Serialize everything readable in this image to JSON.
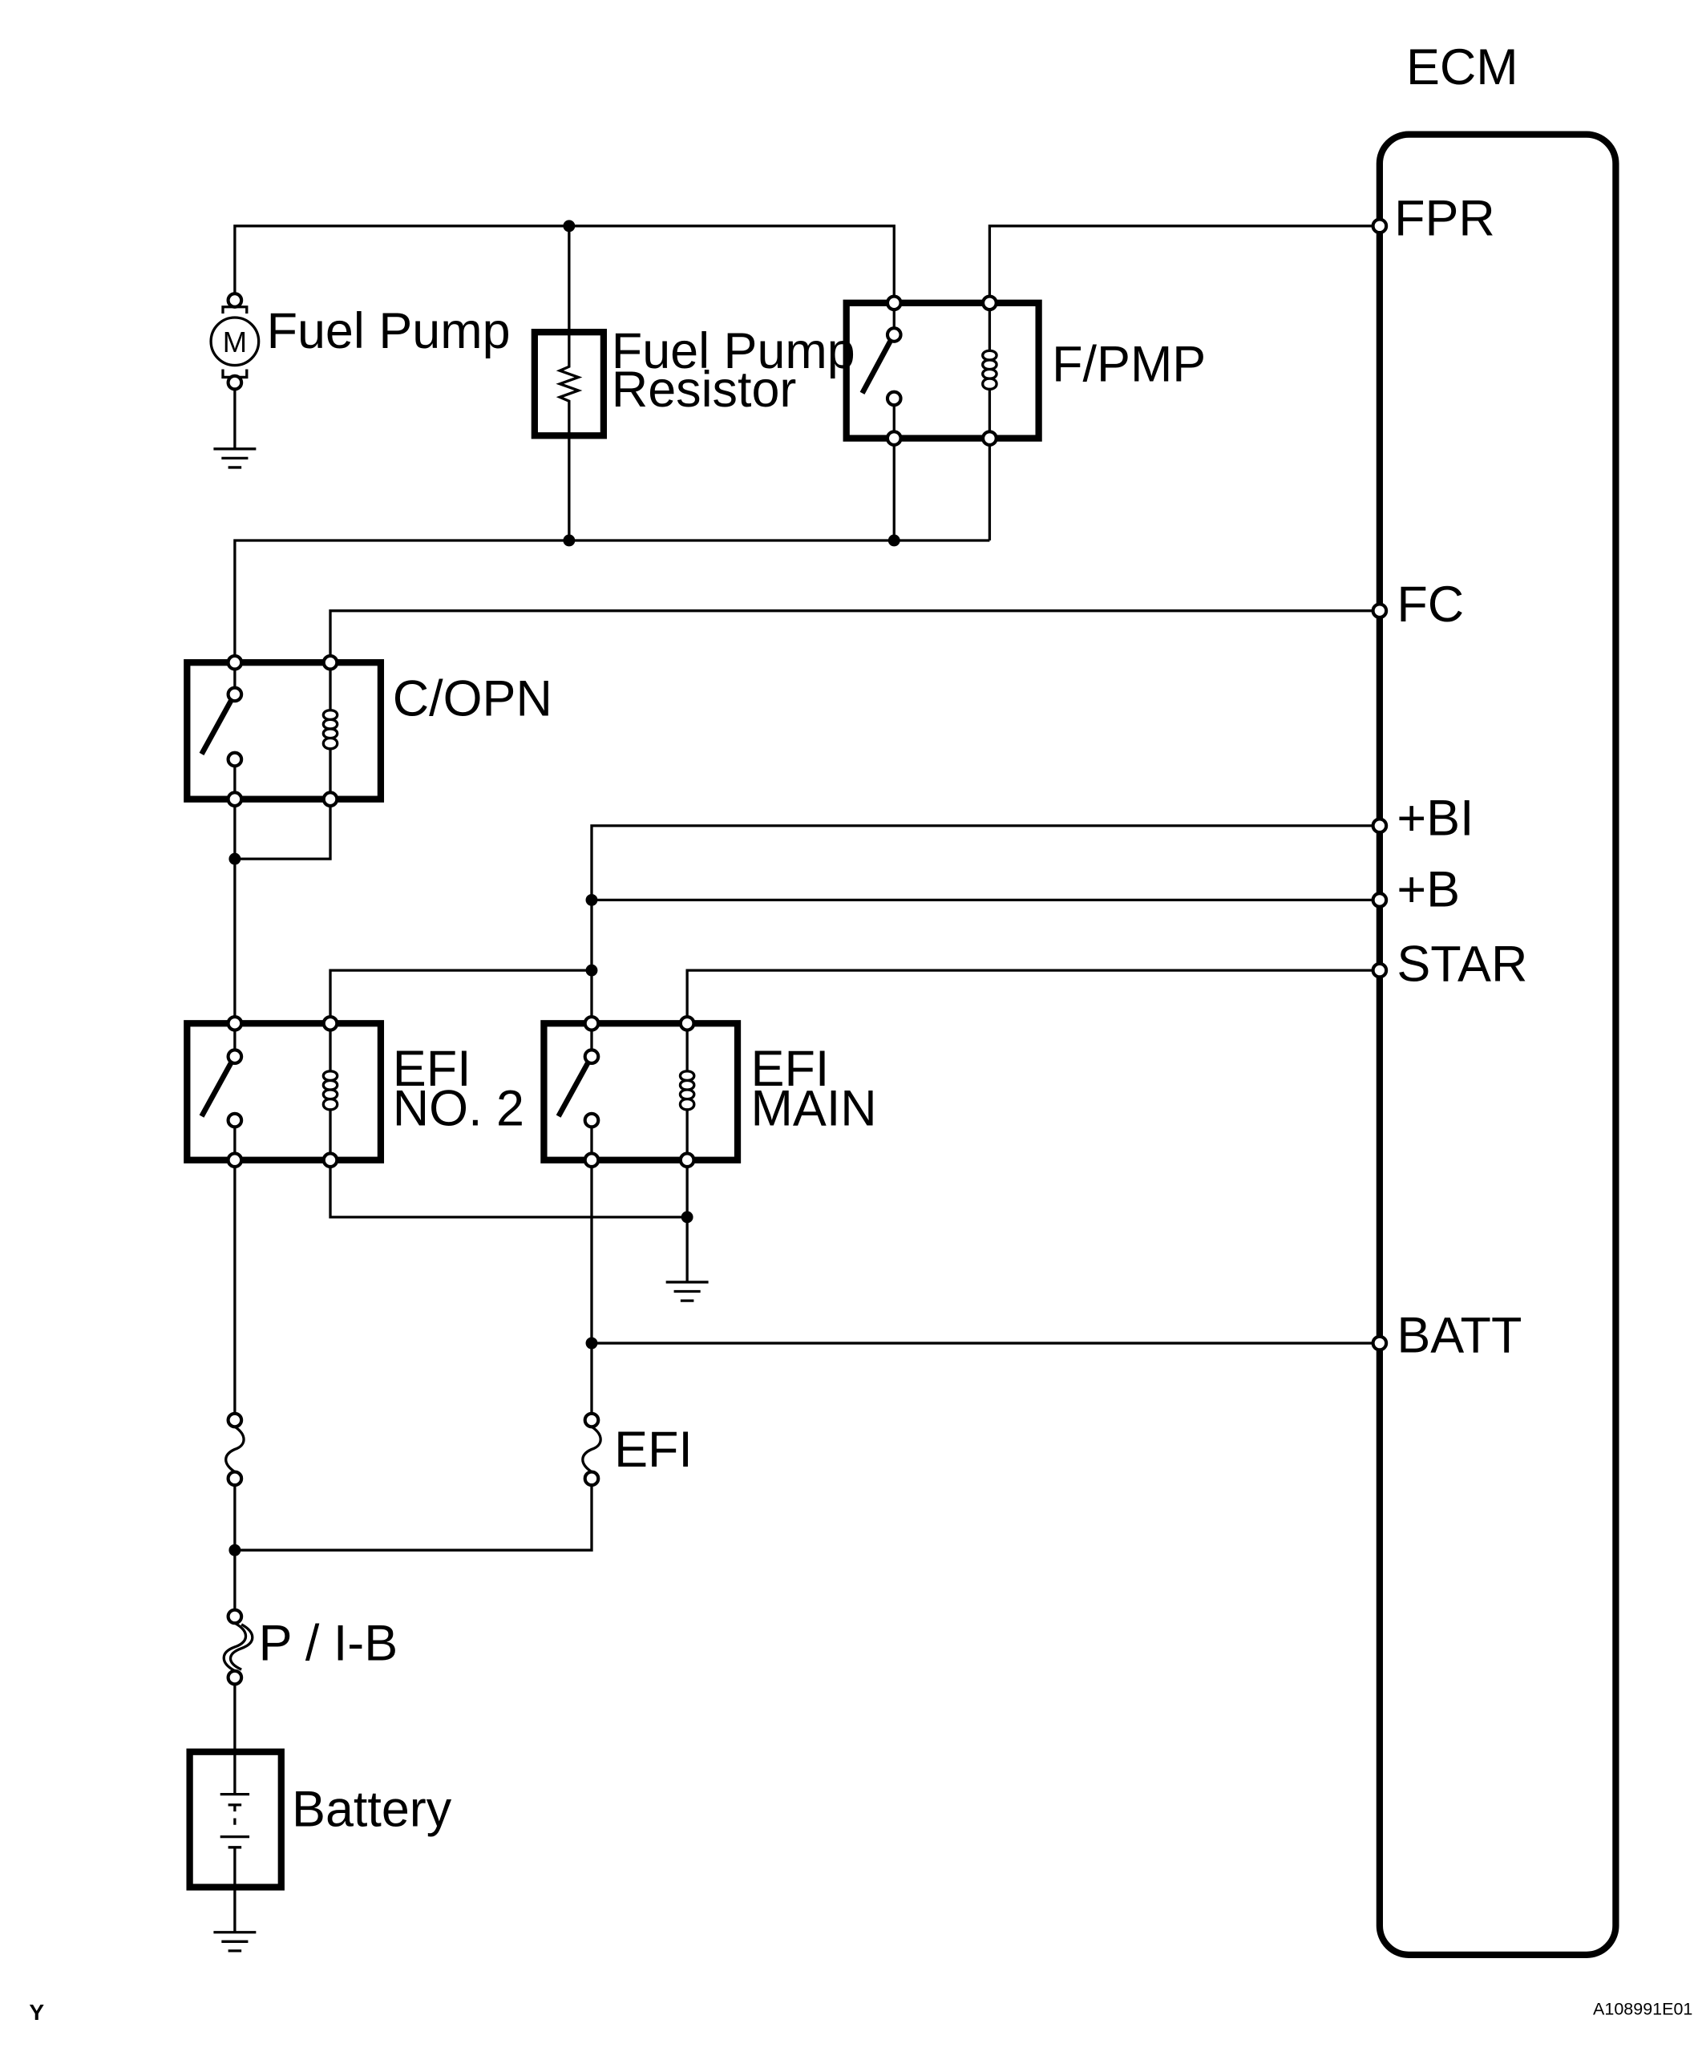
{
  "ecm": {
    "title": "ECM"
  },
  "ecm_pins": {
    "fpr": "FPR",
    "fc": "FC",
    "bi": "+BI",
    "b": "+B",
    "star": "STAR",
    "batt": "BATT"
  },
  "components": {
    "fuel_pump": "Fuel Pump",
    "motor_symbol": "M",
    "fuel_pump_resistor_line1": "Fuel Pump",
    "fuel_pump_resistor_line2": "Resistor",
    "fpmp_relay": "F/PMP",
    "copn_relay": "C/OPN",
    "efi_no2_line1": "EFI",
    "efi_no2_line2": "NO. 2",
    "efi_main_line1": "EFI",
    "efi_main_line2": "MAIN",
    "efi_fuse": "EFI",
    "pib_fuse": "P / I-B",
    "battery": "Battery"
  },
  "footer": {
    "left_code": "Y",
    "right_code": "A108991E01"
  }
}
